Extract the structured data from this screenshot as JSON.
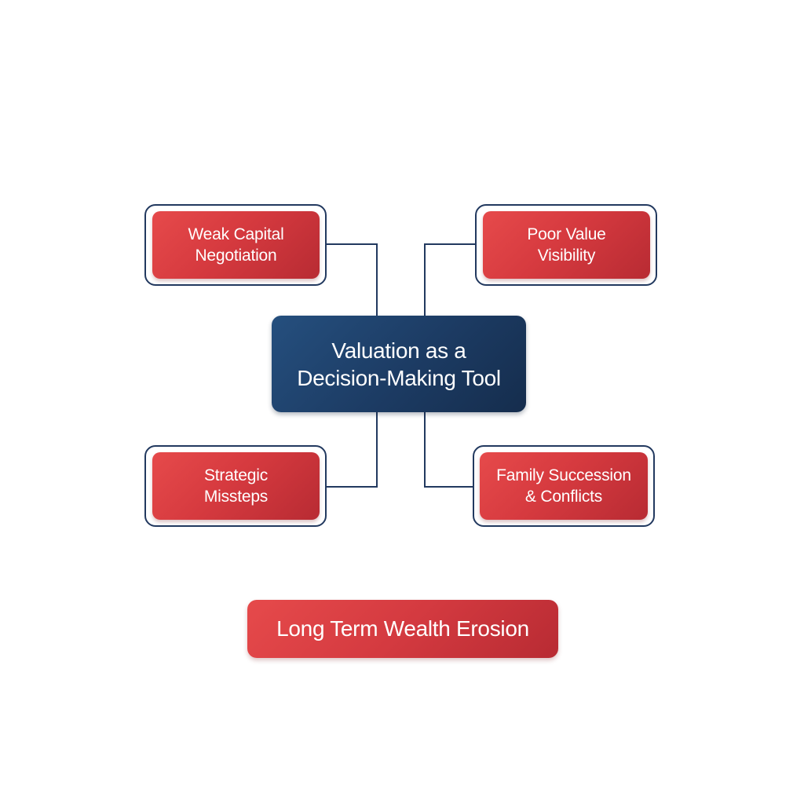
{
  "diagram": {
    "center": {
      "label": "Valuation as a\nDecision-Making Tool",
      "color": "#1c3b63"
    },
    "nodes": [
      {
        "id": "top-left",
        "label": "Weak Capital\nNegotiation"
      },
      {
        "id": "top-right",
        "label": "Poor Value\nVisibility"
      },
      {
        "id": "bottom-left",
        "label": "Strategic\nMissteps"
      },
      {
        "id": "bottom-right",
        "label": "Family Succession\n& Conflicts"
      }
    ],
    "outcome": {
      "label": "Long Term Wealth Erosion"
    },
    "colors": {
      "node_red": "#d63a3f",
      "connector": "#22395f",
      "background": "#ffffff"
    }
  }
}
